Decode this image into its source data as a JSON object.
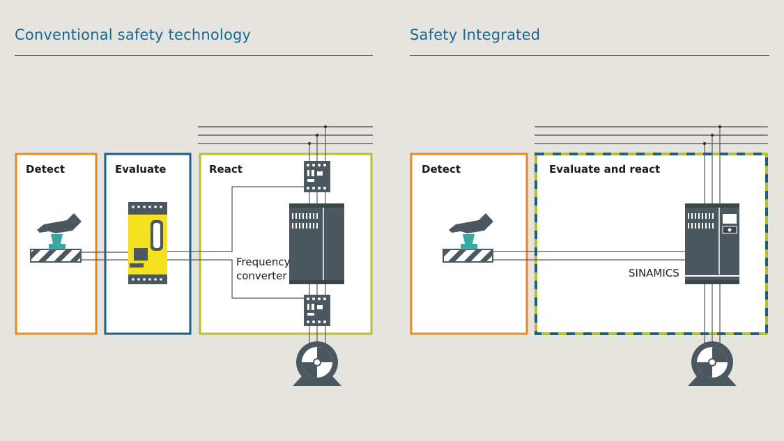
{
  "left_panel": {
    "title": "Conventional safety technology",
    "detect_label": "Detect",
    "evaluate_label": "Evaluate",
    "react_label": "React",
    "converter_label_line1": "Frequency",
    "converter_label_line2": "converter"
  },
  "right_panel": {
    "title": "Safety Integrated",
    "detect_label": "Detect",
    "evaluate_react_label": "Evaluate and react",
    "drive_label": "SINAMICS"
  },
  "colors": {
    "background": "#e6e4df",
    "heading": "#1b6790",
    "detect_border": "#e98a1f",
    "evaluate_border": "#1b5f87",
    "react_border": "#b8bf2a",
    "device": "#4b5860",
    "safety_relay": "#f2e11c",
    "emergency_button": "#3aa7a0",
    "wire": "#555555"
  },
  "icons": {
    "emergency_stop": "hand-pressing-emergency-stop-icon",
    "safety_relay": "safety-relay-icon",
    "contactor": "contactor-icon",
    "converter": "frequency-converter-icon",
    "drive": "sinamics-drive-icon",
    "motor": "motor-icon"
  }
}
